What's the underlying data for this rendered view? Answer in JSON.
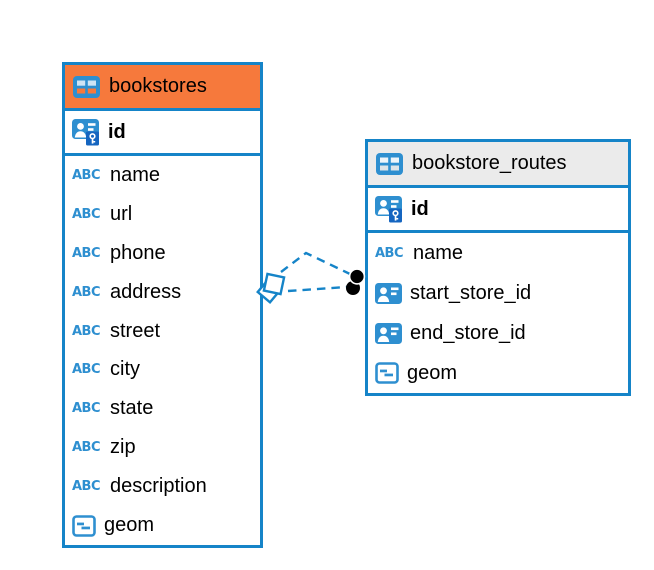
{
  "colors": {
    "table_border_blue": "#1584c8",
    "bookstores_header_bg": "#f6793c",
    "routes_header_bg": "#ebebeb",
    "type_icon_blue": "#2e8fd0",
    "relation_line_blue": "#1584c8",
    "relation_dot_black": "#000000"
  },
  "icons": {
    "text_type_label": "ABC"
  },
  "tables": [
    {
      "title": "bookstores",
      "primary_key": "id",
      "columns": [
        {
          "name": "name",
          "type": "text"
        },
        {
          "name": "url",
          "type": "text"
        },
        {
          "name": "phone",
          "type": "text"
        },
        {
          "name": "address",
          "type": "text"
        },
        {
          "name": "street",
          "type": "text"
        },
        {
          "name": "city",
          "type": "text"
        },
        {
          "name": "state",
          "type": "text"
        },
        {
          "name": "zip",
          "type": "text"
        },
        {
          "name": "description",
          "type": "text"
        },
        {
          "name": "geom",
          "type": "geometry"
        }
      ]
    },
    {
      "title": "bookstore_routes",
      "primary_key": "id",
      "columns": [
        {
          "name": "name",
          "type": "text"
        },
        {
          "name": "start_store_id",
          "type": "reference"
        },
        {
          "name": "end_store_id",
          "type": "reference"
        },
        {
          "name": "geom",
          "type": "geometry"
        }
      ]
    }
  ],
  "relationship": {
    "from_table": "bookstores",
    "to_table": "bookstore_routes",
    "line_style": "dashed",
    "line_count": 2,
    "source_marker": "diamond",
    "target_marker": "filled-dot"
  }
}
